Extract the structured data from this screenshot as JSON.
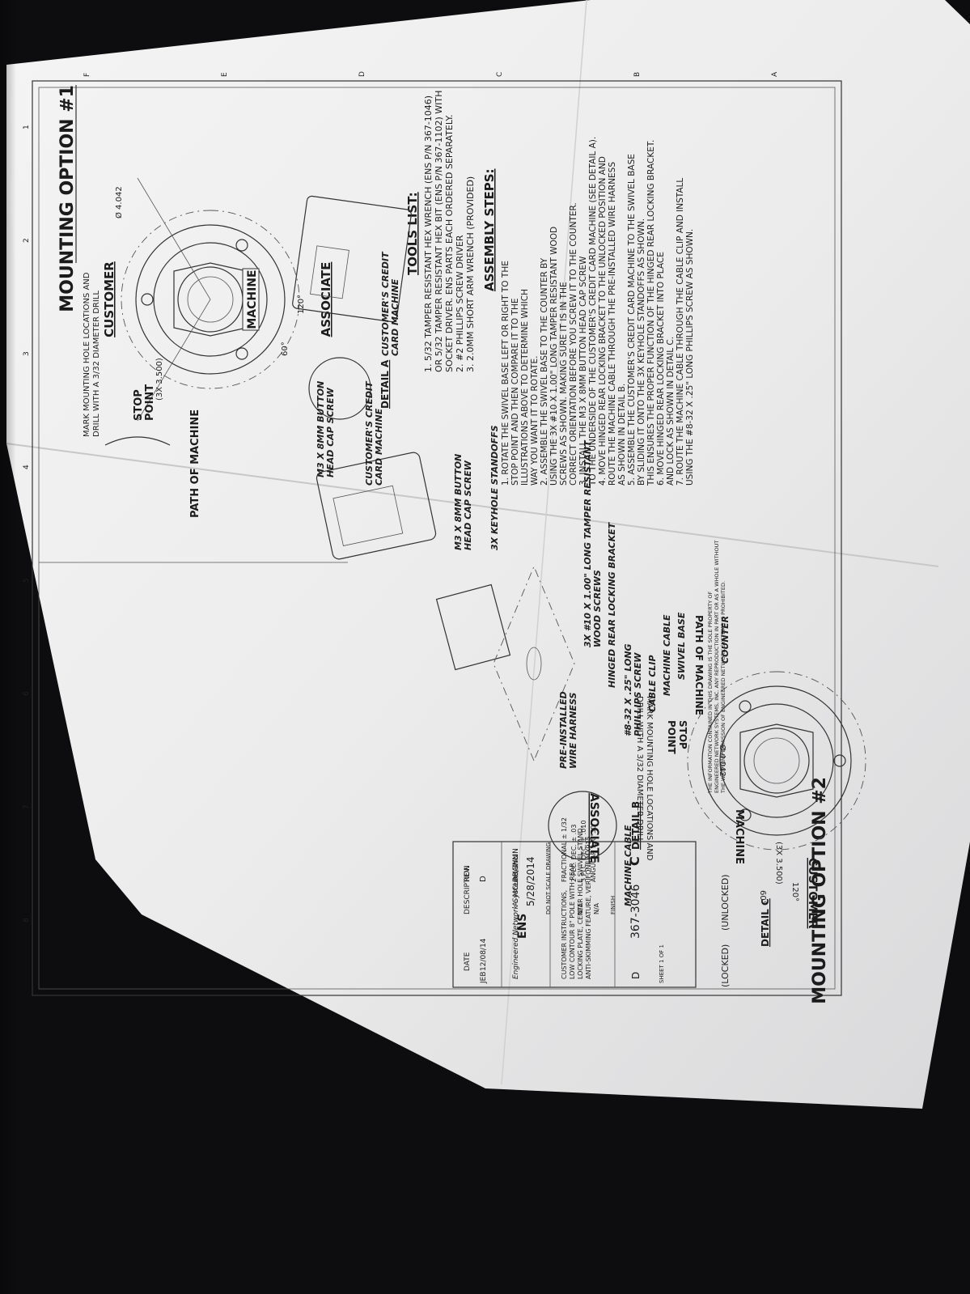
{
  "titles": {
    "option1": "MOUNTING OPTION #1",
    "option2": "MOUNTING OPTION #2"
  },
  "diagram1": {
    "customer": "CUSTOMER",
    "associate": "ASSOCIATE",
    "machine": "MACHINE",
    "note": [
      "MARK MOUNTING HOLE LOCATIONS AND",
      "DRILL WITH A 3/32 DIAMETER DRILL"
    ],
    "stop_point": [
      "STOP",
      "POINT"
    ],
    "path": "PATH OF MACHINE",
    "dim_bolt": "(3X 3.500)",
    "dim_dia": "Ø 4.042",
    "ang_60": "60°",
    "ang_120": "120°"
  },
  "diagram2": {
    "customer": "CUSTOMER",
    "associate": "ASSOCIATE",
    "machine": "MACHINE",
    "note": [
      "MARK MOUNTING HOLE LOCATIONS AND",
      "DRILL WITH A 3/32 DIAMETER DRILL"
    ],
    "stop_point": [
      "STOP",
      "POINT"
    ],
    "path": "PATH OF MACHINE",
    "dim_bolt": "(3X 3.500)",
    "dim_dia": "Ø 4.042",
    "ang_60": "60°",
    "ang_120": "120°"
  },
  "tools": {
    "heading": "TOOLS LIST:",
    "lines": [
      "1. 5/32 TAMPER RESISTANT HEX WRENCH (ENS P/N 367-1046)",
      "   OR 5/32 TAMPER RESISTANT HEX BIT (ENS P/N 367-1102) WITH",
      "   SOCKET DRIVER. ENS PARTS EACH ORDERED SEPARATELY.",
      "2. #2 PHILLIPS SCREW DRIVER",
      "3. 2.0MM SHORT ARM WRENCH (PROVIDED)"
    ]
  },
  "assembly": {
    "heading": "ASSEMBLY STEPS:",
    "lines": [
      "1. ROTATE THE SWIVEL BASE LEFT OR RIGHT TO THE",
      "   STOP POINT AND THEN COMPARE IT TO THE",
      "   ILLUSTRATIONS ABOVE TO DETERMINE WHICH",
      "   WAY YOU WANT IT TO ROTATE.",
      "2. ASSEMBLE THE SWIVEL BASE TO THE COUNTER BY",
      "   USING THE 3X #10 X 1.00\" LONG TAMPER RESISTANT WOOD",
      "   SCREWS AS SHOWN. MAKING SURE IT IS IN THE",
      "   CORRECT ORIENTATION BEFORE YOU SCREW IT TO THE COUNTER.",
      "3. INSTALL THE M3 X 8MM BUTTON HEAD CAP SCREW",
      "   TO THE UNDERSIDE OF THE CUSTOMER'S CREDIT CARD MACHINE (SEE DETAIL A).",
      "4. MOVE HINGED REAR LOCKING BRACKET TO THE UNLOCKED POSITION AND",
      "   ROUTE THE MACHINE CABLE THROUGH THE PRE-INSTALLED WIRE HARNESS",
      "   AS SHOWN IN DETAIL B.",
      "5. ASSEMBLE THE CUSTOMER'S CREDIT CARD MACHINE TO THE SWIVEL BASE",
      "   BY SLIDING IT ONTO THE 3X KEYHOLE STANDOFFS AS SHOWN.",
      "   THIS ENSURES THE PROPER FUNCTION OF THE HINGED REAR LOCKING BRACKET.",
      "6. MOVE HINGED REAR LOCKING BRACKET INTO PLACE",
      "   AND LOCK AS SHOWN IN DETAIL C.",
      "7. ROUTE THE MACHINE CABLE THROUGH THE CABLE CLIP AND INSTALL",
      "   USING THE #8-32 X .25\" LONG PHILLIPS SCREW AS SHOWN."
    ]
  },
  "callouts": {
    "customers_machine_a": [
      "CUSTOMER'S CREDIT",
      "CARD MACHINE"
    ],
    "m3_screw_a": [
      "M3 X 8MM BUTTON",
      "HEAD CAP SCREW"
    ],
    "detail_a": "DETAIL A",
    "customers_machine_b": [
      "CUSTOMER'S CREDIT",
      "CARD MACHINE"
    ],
    "m3_screw_b": [
      "M3 X 8MM BUTTON",
      "HEAD CAP SCREW"
    ],
    "keyhole": "3X KEYHOLE STANDOFFS",
    "wood_screws": [
      "3X #10 X 1.00\" LONG TAMPER RESISTANT",
      "WOOD SCREWS"
    ],
    "hinged": "HINGED REAR LOCKING BRACKET",
    "phillips": [
      "#8-32 X .25\" LONG",
      "PHILLIPS SCREW"
    ],
    "cable_clip": "CABLE CLIP",
    "machine_cable": "MACHINE CABLE",
    "swivel_base": "SWIVEL BASE",
    "counter": "COUNTER",
    "wire_harness": [
      "PRE-INSTALLED",
      "WIRE HARNESS"
    ],
    "detail_b": "DETAIL B",
    "machine_cable_b": "MACHINE CABLE",
    "detail_c": "DETAIL C",
    "unlocked": "(UNLOCKED)",
    "locked": "(LOCKED)"
  },
  "title_block": {
    "rev": "D",
    "rev_label": "REV.",
    "description_label": "DESCRIPTION",
    "date": "12/08/14",
    "date_label": "DATE",
    "by": "JEB",
    "drawn_label": "DRAWN",
    "drawn_by": "A. MCLAUGHLIN",
    "drawn_date": "5/28/2014",
    "company": "Engineered Network Systems, Inc.",
    "logo": "ENS",
    "title_lines": [
      "CUSTOMER INSTRUCTIONS,",
      "LOW CONTOUR 8\" POLE WITH REAR",
      "LOCKING PLATE, CENTER HOLE SWIVEL STAND,",
      "ANTI-SKIMMING FEATURE, VERIFONE MX915"
    ],
    "size": "C",
    "dwg_no": "367-3046",
    "rev_final": "D",
    "sheet": "SHEET 1 OF 1",
    "tolerances": [
      "FRACTIONAL ± 1/32",
      "2 PLC. DEC. ± .03",
      "3 PLC. DEC. ± .010",
      "ANGULAR ± 0°30'"
    ],
    "do_not_scale": "DO NOT SCALE DRAWING",
    "na1": "N/A",
    "na2": "N/A",
    "finish": "FINISH"
  },
  "disclaimer": [
    "THE INFORMATION CONTAINED IN THIS DRAWING IS THE SOLE PROPERTY OF",
    "ENGINEERED NETWORK SYSTEMS, INC. ANY REPRODUCTION IN PART OR AS A WHOLE WITHOUT",
    "THE WRITTEN PERMISSION OF ENGINEERED NETWORK SYSTEMS IS PROHIBITED."
  ],
  "zone_marks": [
    "1",
    "2",
    "3",
    "4",
    "5",
    "6",
    "7",
    "8",
    "A",
    "B",
    "C",
    "D",
    "E",
    "F"
  ]
}
